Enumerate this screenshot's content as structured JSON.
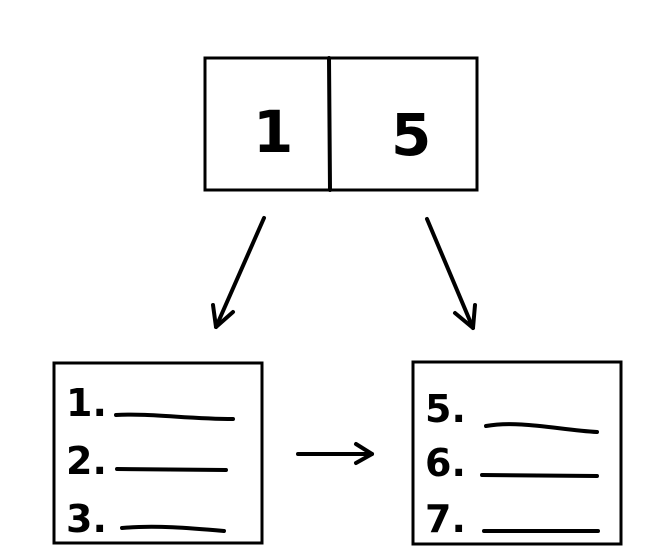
{
  "index_box": {
    "cells": [
      {
        "label": "1"
      },
      {
        "label": "5"
      }
    ]
  },
  "pages": [
    {
      "items": [
        {
          "number": "1."
        },
        {
          "number": "2."
        },
        {
          "number": "3."
        }
      ]
    },
    {
      "items": [
        {
          "number": "5."
        },
        {
          "number": "6."
        },
        {
          "number": "7."
        }
      ]
    }
  ],
  "colors": {
    "ink": "#000000",
    "background": "#ffffff"
  }
}
